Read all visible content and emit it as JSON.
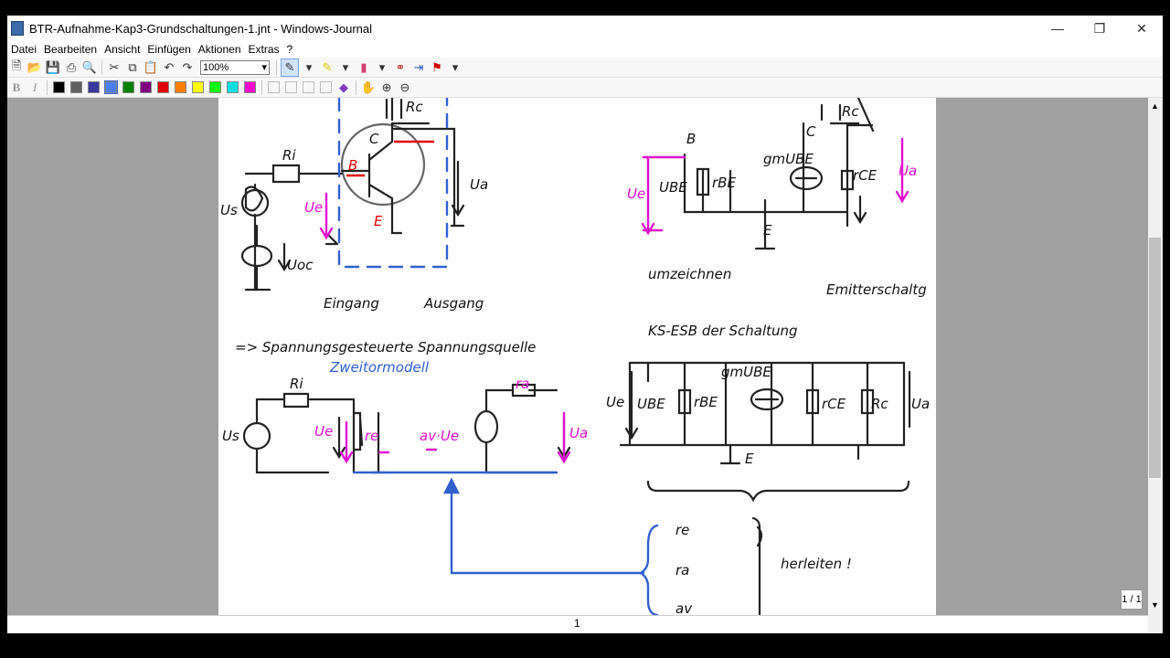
{
  "window": {
    "title": "BTR-Aufnahme-Kap3-Grundschaltungen-1.jnt - Windows-Journal"
  },
  "menu": [
    "Datei",
    "Bearbeiten",
    "Ansicht",
    "Einfügen",
    "Aktionen",
    "Extras",
    "?"
  ],
  "toolbar": {
    "zoom_value": "100%"
  },
  "palette": [
    "#000000",
    "#606060",
    "#3a3aa0",
    "#4a7ff0",
    "#008000",
    "#800080",
    "#e00000",
    "#ff8000",
    "#ffff00",
    "#00ff00",
    "#00e0e0",
    "#ff00cc"
  ],
  "status": {
    "page_number": "1",
    "page_indicator": "1 / 1"
  },
  "notes": {
    "ri": "Ri",
    "rc": "Rc",
    "c": "C",
    "b": "B",
    "e": "E",
    "ue": "Ue",
    "ua": "Ua",
    "us": "Us",
    "uoc": "Uoc",
    "eingang": "Eingang",
    "ausgang": "Ausgang",
    "sgsq": "=> Spannungsgesteuerte Spannungsquelle",
    "zweitor": "Zweitormodell",
    "re": "re",
    "ra": "ra",
    "av": "av",
    "avue": "av·Ue",
    "ube": "UBE",
    "rbe": "rBE",
    "rce": "rCE",
    "gmube": "gmUBE",
    "umzeichnen": "umzeichnen",
    "ksesb": "KS-ESB der Schaltung",
    "emitter": "Emitterschaltg",
    "herleiten": "herleiten !"
  }
}
